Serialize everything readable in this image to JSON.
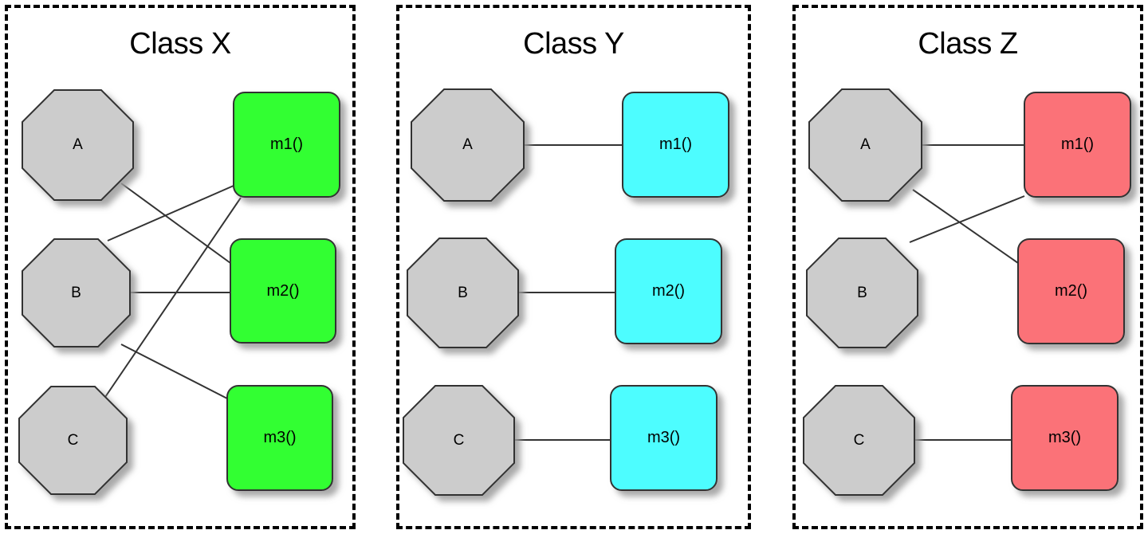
{
  "diagram": {
    "title_hidden": "",
    "panels": [
      {
        "id": "class-x",
        "title": "Class X",
        "method_color": "#33ff33",
        "node_color": "#cccccc",
        "nodes": [
          {
            "id": "A",
            "label": "A"
          },
          {
            "id": "B",
            "label": "B"
          },
          {
            "id": "C",
            "label": "C"
          }
        ],
        "methods": [
          {
            "id": "m1",
            "label": "m1()"
          },
          {
            "id": "m2",
            "label": "m2()"
          },
          {
            "id": "m3",
            "label": "m3()"
          }
        ],
        "edges": [
          {
            "from": "A",
            "to": "m2"
          },
          {
            "from": "B",
            "to": "m1"
          },
          {
            "from": "B",
            "to": "m2"
          },
          {
            "from": "B",
            "to": "m3"
          },
          {
            "from": "C",
            "to": "m1"
          }
        ]
      },
      {
        "id": "class-y",
        "title": "Class Y",
        "method_color": "#4dfdff",
        "node_color": "#cccccc",
        "nodes": [
          {
            "id": "A",
            "label": "A"
          },
          {
            "id": "B",
            "label": "B"
          },
          {
            "id": "C",
            "label": "C"
          }
        ],
        "methods": [
          {
            "id": "m1",
            "label": "m1()"
          },
          {
            "id": "m2",
            "label": "m2()"
          },
          {
            "id": "m3",
            "label": "m3()"
          }
        ],
        "edges": [
          {
            "from": "A",
            "to": "m1"
          },
          {
            "from": "B",
            "to": "m2"
          },
          {
            "from": "C",
            "to": "m3"
          }
        ]
      },
      {
        "id": "class-z",
        "title": "Class Z",
        "method_color": "#fb7278",
        "node_color": "#cccccc",
        "nodes": [
          {
            "id": "A",
            "label": "A"
          },
          {
            "id": "B",
            "label": "B"
          },
          {
            "id": "C",
            "label": "C"
          }
        ],
        "methods": [
          {
            "id": "m1",
            "label": "m1()"
          },
          {
            "id": "m2",
            "label": "m2()"
          },
          {
            "id": "m3",
            "label": "m3()"
          }
        ],
        "edges": [
          {
            "from": "A",
            "to": "m1"
          },
          {
            "from": "A",
            "to": "m2"
          },
          {
            "from": "B",
            "to": "m1"
          },
          {
            "from": "C",
            "to": "m3"
          }
        ]
      }
    ],
    "colors": {
      "stroke": "#333333",
      "panel_border": "#000000",
      "background": "#ffffff",
      "shadow": "#b3b3b3"
    }
  }
}
